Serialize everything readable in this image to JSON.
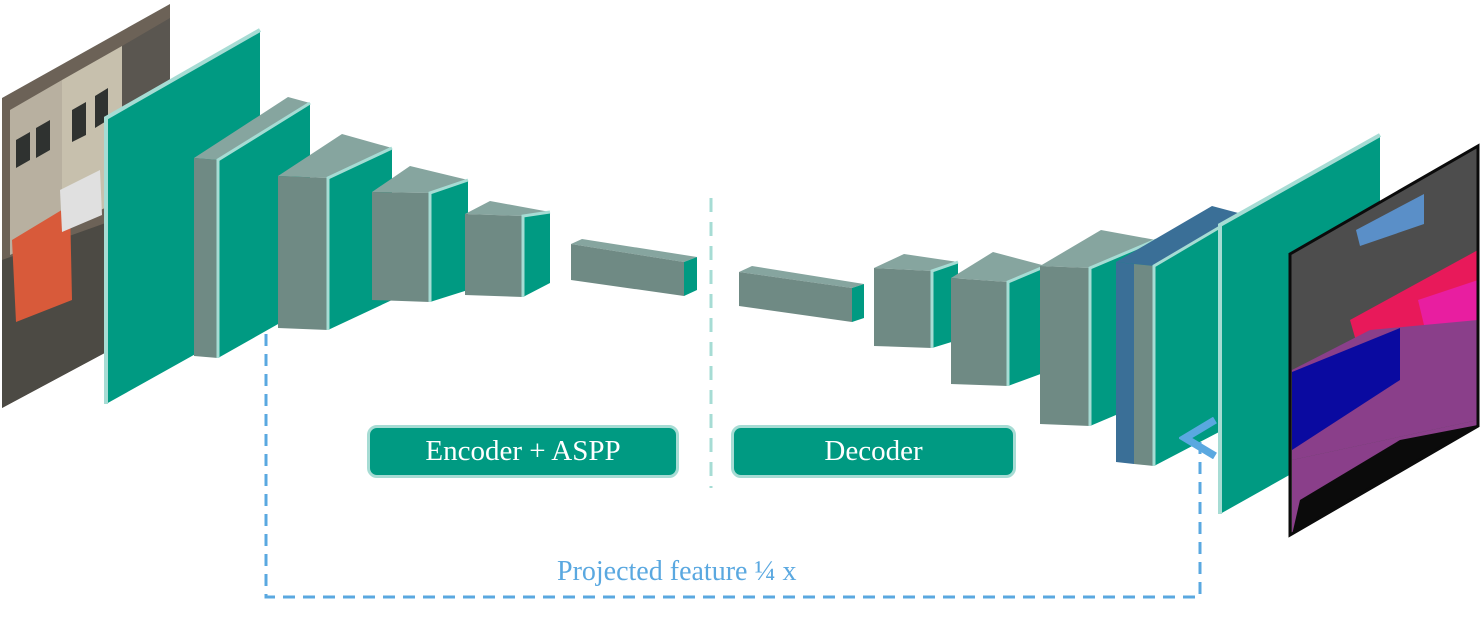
{
  "labels": {
    "encoder": "Encoder + ASPP",
    "decoder": "Decoder",
    "skip": "Projected feature ¼ x"
  },
  "colors": {
    "teal_face": "#009a82",
    "teal_highlight": "#a6dcd4",
    "gray_side": "#6f8a84",
    "gray_top": "#86a59f",
    "blue_projection": "#3a6f97",
    "blue_arrow": "#5aa8e0",
    "label_box": "#009a82",
    "label_text": "#ffffff"
  },
  "icons": {
    "input_image": "street-scene-photo",
    "output_image": "segmentation-map",
    "skip_arrow": "arrow-up-icon"
  }
}
